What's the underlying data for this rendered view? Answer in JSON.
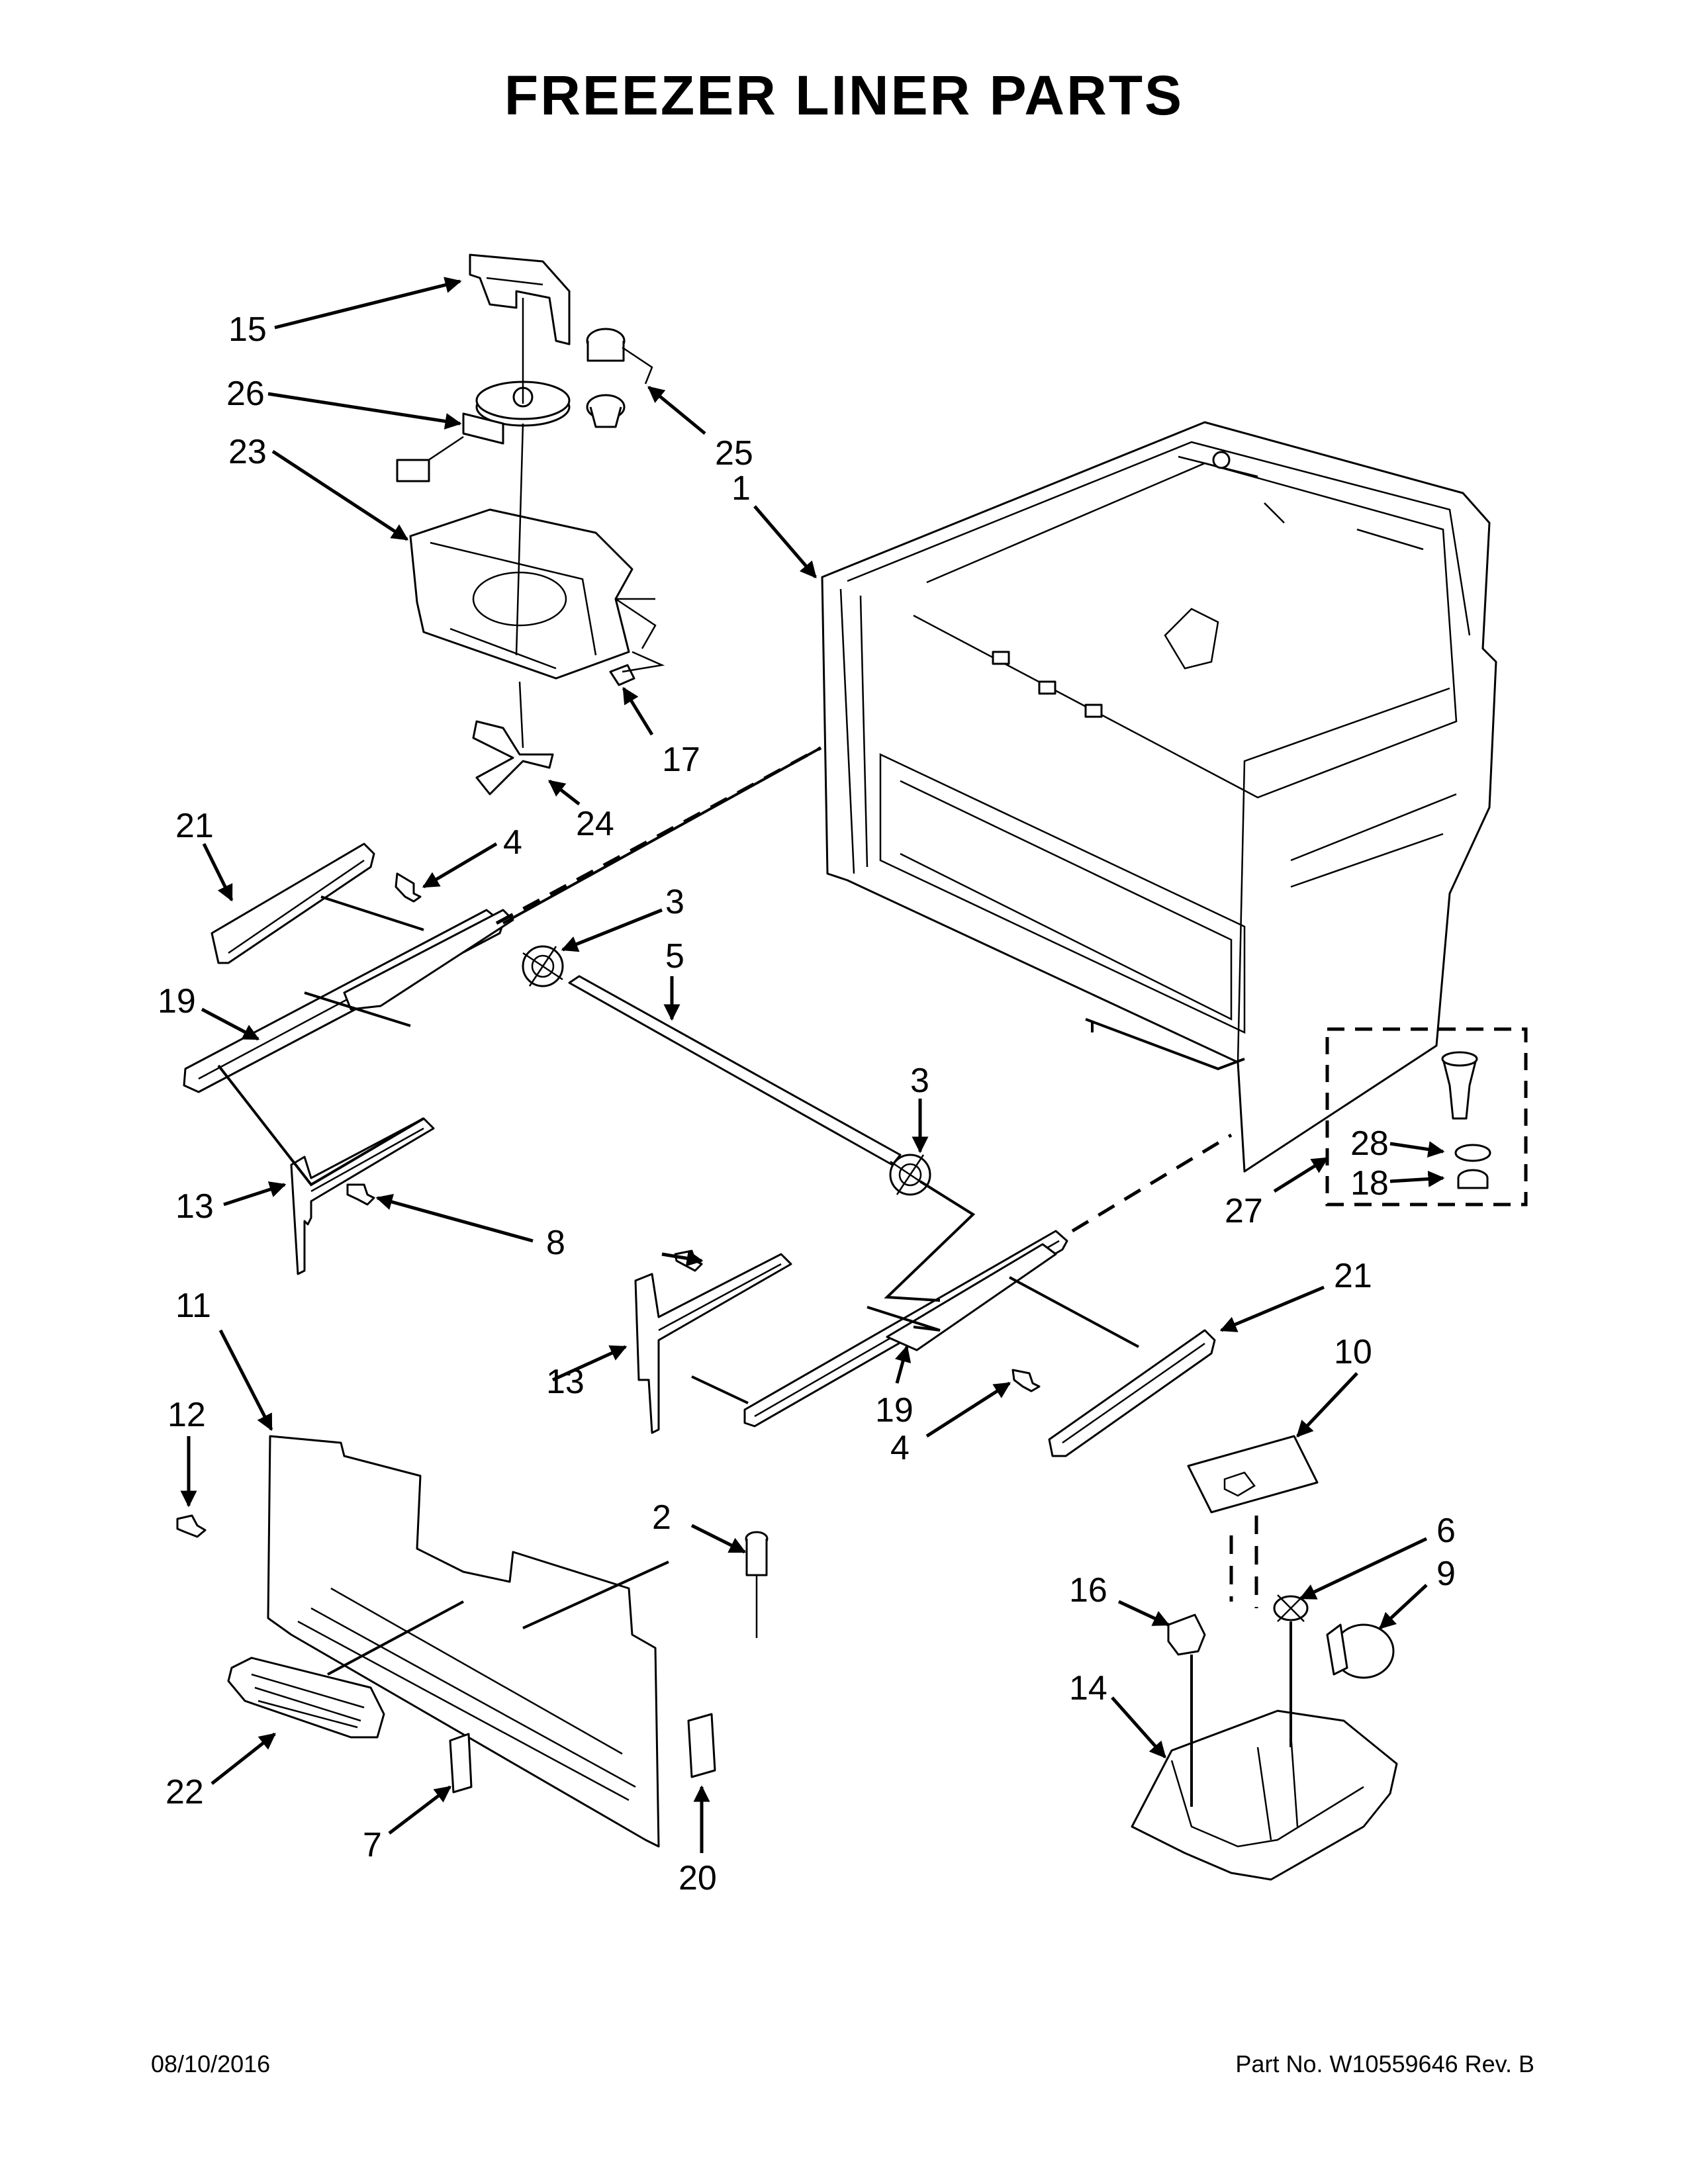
{
  "title": "FREEZER LINER PARTS",
  "footer": {
    "date": "08/10/2016",
    "part_no": "Part No.  W10559646  Rev.  B"
  },
  "callouts": [
    {
      "id": "c15",
      "label": "15"
    },
    {
      "id": "c26",
      "label": "26"
    },
    {
      "id": "c23",
      "label": "23"
    },
    {
      "id": "c25",
      "label": "25"
    },
    {
      "id": "c1",
      "label": "1"
    },
    {
      "id": "c17",
      "label": "17"
    },
    {
      "id": "c24",
      "label": "24"
    },
    {
      "id": "c21a",
      "label": "21"
    },
    {
      "id": "c4a",
      "label": "4"
    },
    {
      "id": "c3a",
      "label": "3"
    },
    {
      "id": "c5",
      "label": "5"
    },
    {
      "id": "c19a",
      "label": "19"
    },
    {
      "id": "c3b",
      "label": "3"
    },
    {
      "id": "c28",
      "label": "28"
    },
    {
      "id": "c18",
      "label": "18"
    },
    {
      "id": "c27",
      "label": "27"
    },
    {
      "id": "c13a",
      "label": "13"
    },
    {
      "id": "c8",
      "label": "8"
    },
    {
      "id": "c21b",
      "label": "21"
    },
    {
      "id": "c11",
      "label": "11"
    },
    {
      "id": "c10",
      "label": "10"
    },
    {
      "id": "c13b",
      "label": "13"
    },
    {
      "id": "c19b",
      "label": "19"
    },
    {
      "id": "c4b",
      "label": "4"
    },
    {
      "id": "c12",
      "label": "12"
    },
    {
      "id": "c2",
      "label": "2"
    },
    {
      "id": "c6",
      "label": "6"
    },
    {
      "id": "c9",
      "label": "9"
    },
    {
      "id": "c16",
      "label": "16"
    },
    {
      "id": "c14",
      "label": "14"
    },
    {
      "id": "c22",
      "label": "22"
    },
    {
      "id": "c7",
      "label": "7"
    },
    {
      "id": "c20",
      "label": "20"
    }
  ]
}
